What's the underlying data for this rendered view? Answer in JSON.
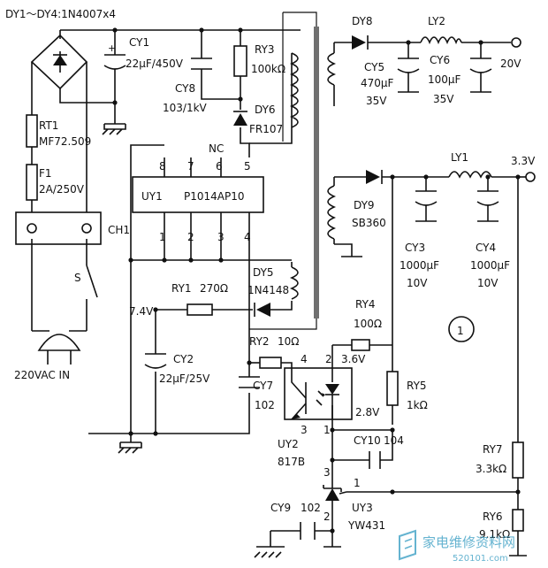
{
  "diode_bridge": {
    "label": "DY1～DY4:1N4007x4"
  },
  "components": {
    "cy1": {
      "ref": "CY1",
      "value": "22μF/450V"
    },
    "ry3": {
      "ref": "RY3",
      "value": "100kΩ"
    },
    "cy8": {
      "ref": "CY8",
      "value": "103/1kV"
    },
    "dy6": {
      "ref": "DY6",
      "value": "FR107"
    },
    "dy8": {
      "ref": "DY8"
    },
    "ly2": {
      "ref": "LY2"
    },
    "cy5": {
      "ref": "CY5",
      "value1": "470μF",
      "value2": "35V"
    },
    "cy6": {
      "ref": "CY6",
      "value1": "100μF",
      "value2": "35V"
    },
    "rt1": {
      "ref": "RT1",
      "value": "MF72.509"
    },
    "f1": {
      "ref": "F1",
      "value": "2A/250V"
    },
    "uy1": {
      "ref": "UY1",
      "part": "P1014AP10",
      "nc": "NC",
      "pins": [
        "8",
        "7",
        "6",
        "5",
        "1",
        "2",
        "3",
        "4"
      ]
    },
    "dy9": {
      "ref": "DY9",
      "value": "SB360"
    },
    "ly1": {
      "ref": "LY1"
    },
    "cy3": {
      "ref": "CY3",
      "value1": "1000μF",
      "value2": "10V"
    },
    "cy4": {
      "ref": "CY4",
      "value1": "1000μF",
      "value2": "10V"
    },
    "ch1": {
      "ref": "CH1"
    },
    "switch": {
      "ref": "S"
    },
    "ry1": {
      "ref": "RY1",
      "value": "270Ω"
    },
    "dy5": {
      "ref": "DY5",
      "value": "1N4148"
    },
    "ry4": {
      "ref": "RY4",
      "value": "100Ω"
    },
    "ry2": {
      "ref": "RY2",
      "value": "10Ω"
    },
    "cy2": {
      "ref": "CY2",
      "value": "22μF/25V"
    },
    "cy7": {
      "ref": "CY7",
      "value": "102"
    },
    "ry5": {
      "ref": "RY5",
      "value": "1kΩ"
    },
    "uy2": {
      "ref": "UY2",
      "part": "817B",
      "pin_labels": [
        "4",
        "2",
        "3",
        "1"
      ]
    },
    "cy10": {
      "ref": "CY10",
      "value": "104"
    },
    "ry7": {
      "ref": "RY7",
      "value": "3.3kΩ"
    },
    "uy3": {
      "ref": "UY3",
      "part": "YW431",
      "pin_labels": [
        "3",
        "1",
        "2"
      ]
    },
    "cy9": {
      "ref": "CY9",
      "value": "102"
    },
    "ry6": {
      "ref": "RY6",
      "value": "9.1kΩ"
    }
  },
  "voltages": {
    "out_20v": "20V",
    "out_3v3": "3.3V",
    "v_7v4": "7.4V",
    "v_3v6": "3.6V",
    "v_2v8": "2.8V",
    "mains": "220VAC IN"
  },
  "figure_marker": "1",
  "watermark": {
    "text": "家电维修资料网",
    "url": "520101.com"
  }
}
